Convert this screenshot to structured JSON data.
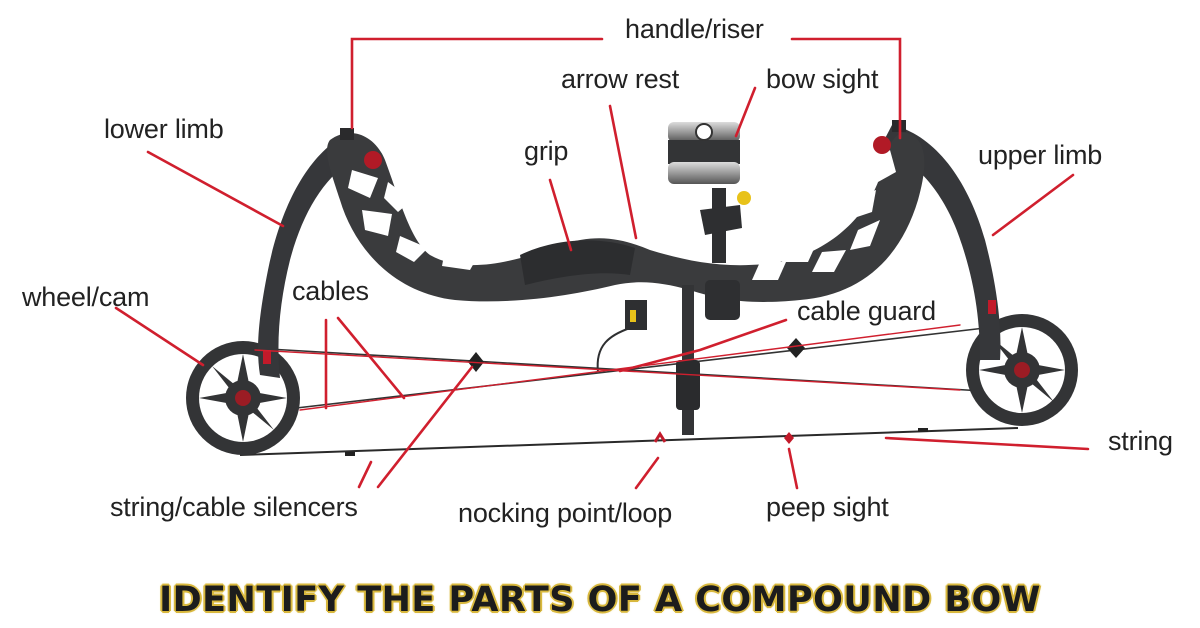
{
  "title": "IDENTIFY THE PARTS OF A COMPOUND BOW",
  "colors": {
    "leader": "#d01f2e",
    "bow_body": "#3a3b3d",
    "bow_shadow": "#26272a",
    "cutout": "#ffffff",
    "label_text": "#222222",
    "title_glow": "#d9b93f",
    "accent_red": "#c21a2a",
    "sight_yellow": "#e8c21a"
  },
  "labels": {
    "handle_riser": "handle/riser",
    "arrow_rest": "arrow rest",
    "bow_sight": "bow sight",
    "lower_limb": "lower limb",
    "grip": "grip",
    "upper_limb": "upper limb",
    "wheel_cam": "wheel/cam",
    "cables": "cables",
    "cable_guard": "cable guard",
    "string": "string",
    "string_cable_silencers": "string/cable silencers",
    "nocking_point_loop": "nocking point/loop",
    "peep_sight": "peep sight"
  }
}
